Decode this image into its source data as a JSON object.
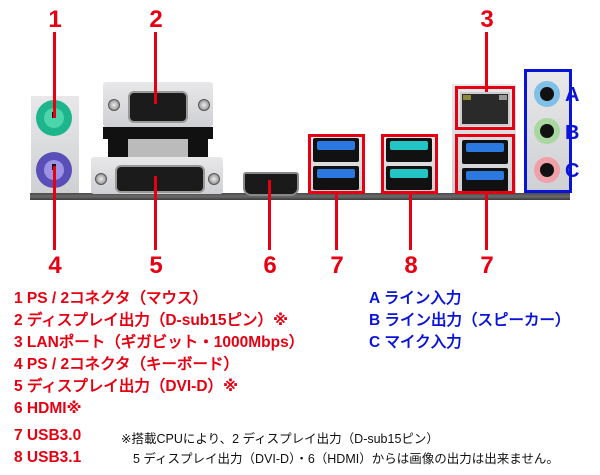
{
  "diagram": {
    "title_hidden": "",
    "port_numbers": {
      "top": [
        "1",
        "2",
        "3"
      ],
      "bottom": [
        "4",
        "5",
        "6",
        "7",
        "8",
        "7"
      ]
    },
    "audio_labels": [
      "A",
      "B",
      "C"
    ],
    "colors": {
      "callout_red": "#e60012",
      "audio_blue": "#0a14d8",
      "ps2_mouse_green": "#1db58c",
      "ps2_keyboard_purple": "#7b6fd0",
      "usb30_blue": "#2a78e0",
      "usb31_teal": "#22c4c4",
      "line_in": "#7ec0e6",
      "line_out": "#a8d8a0",
      "mic_in": "#f0a0a8"
    }
  },
  "legend": {
    "ports": [
      "1 PS / 2コネクタ（マウス）",
      "2 ディスプレイ出力（D-sub15ピン）※",
      "3 LANポート（ギガビット・1000Mbps）",
      "4 PS / 2コネクタ（キーボード）",
      "5 ディスプレイ出力（DVI-D）※",
      "6 HDMI※",
      "7 USB3.0",
      "8 USB3.1"
    ],
    "audio": [
      "A ライン入力",
      "B ライン出力（スピーカー）",
      "C マイク入力"
    ],
    "note_lines": [
      "※搭載CPUにより、2 ディスプレイ出力（D-sub15ピン）",
      "5 ディスプレイ出力（DVI-D）・6（HDMI）からは画像の出力は出来ません。"
    ]
  }
}
